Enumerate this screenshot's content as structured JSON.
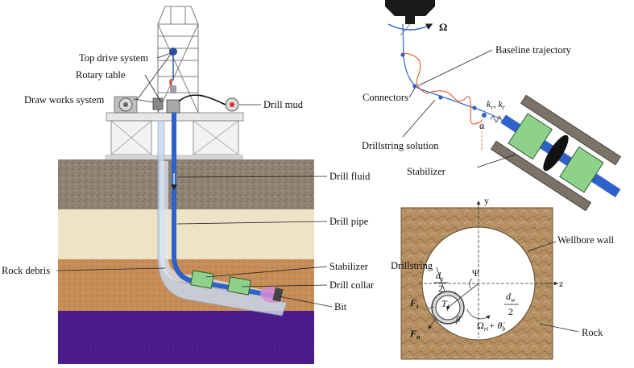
{
  "left_panel": {
    "labels": {
      "top_drive": "Top drive system",
      "rotary_table": "Rotary table",
      "draw_works": "Draw works system",
      "drill_mud": "Drill mud",
      "drill_fluid": "Drill fluid",
      "drill_pipe": "Drill pipe",
      "rock_debris": "Rock debris",
      "stabilizer": "Stabilizer",
      "drill_collar": "Drill collar",
      "bit": "Bit"
    }
  },
  "right_top": {
    "labels": {
      "omega": "Ω",
      "baseline": "Baseline trajectory",
      "connectors": "Connectors",
      "drillstring_solution": "Drillstring solution",
      "stabilizer": "Stabilizer",
      "k": "k",
      "k_sub1": "r",
      "k_sub2": "r",
      "alpha": "α"
    }
  },
  "right_bottom": {
    "labels": {
      "wellbore_wall": "Wellbore wall",
      "drillstring": "Drillstring",
      "rock": "Rock",
      "y_axis": "y",
      "z_axis": "z",
      "psi": "Ψ",
      "de": "d",
      "de_sub": "e",
      "de_den": "2",
      "dw": "d",
      "dw_sub": "w",
      "dw_den": "2",
      "ft": "F",
      "ft_sub": "t",
      "fn": "F",
      "fn_sub": "n",
      "t": "T",
      "t_sub": "f",
      "beta": "β",
      "omega_rt": "Ω",
      "omega_rt_sub": "rt",
      "theta_dot": "+ θ̇",
      "theta_sub": "b"
    }
  },
  "colors": {
    "soil_gray": "#8a7f70",
    "sand": "#efe3c6",
    "clay": "#c08a55",
    "bedrock": "#4a1a86",
    "pipe": "#2f62c9",
    "stabilizer_green": "#8dd18a",
    "rock_texture": "#b08a5c",
    "trajectory_red": "#e0572d"
  }
}
